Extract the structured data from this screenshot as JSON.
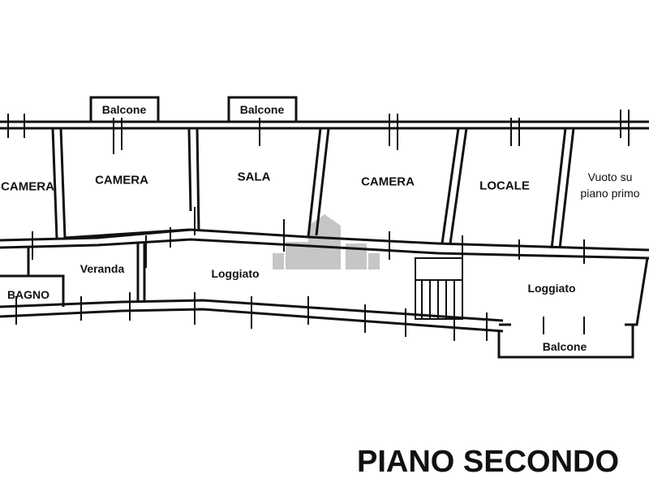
{
  "plan": {
    "title": "PIANO SECONDO",
    "rooms": [
      {
        "id": "camera-1",
        "label": "CAMERA"
      },
      {
        "id": "camera-2",
        "label": "CAMERA"
      },
      {
        "id": "sala",
        "label": "SALA"
      },
      {
        "id": "camera-3",
        "label": "CAMERA"
      },
      {
        "id": "locale",
        "label": "LOCALE"
      },
      {
        "id": "vuoto",
        "label1": "Vuoto su",
        "label2": "piano primo"
      },
      {
        "id": "veranda",
        "label": "Veranda"
      },
      {
        "id": "loggiato-1",
        "label": "Loggiato"
      },
      {
        "id": "bagno",
        "label": "BAGNO"
      },
      {
        "id": "loggiato-2",
        "label": "Loggiato"
      },
      {
        "id": "balcone-bottom",
        "label": "Balcone"
      }
    ],
    "balconies_top": [
      {
        "label": "Balcone"
      },
      {
        "label": "Balcone"
      }
    ],
    "watermark_color": "#b0b0b0",
    "line_color": "#111111"
  }
}
